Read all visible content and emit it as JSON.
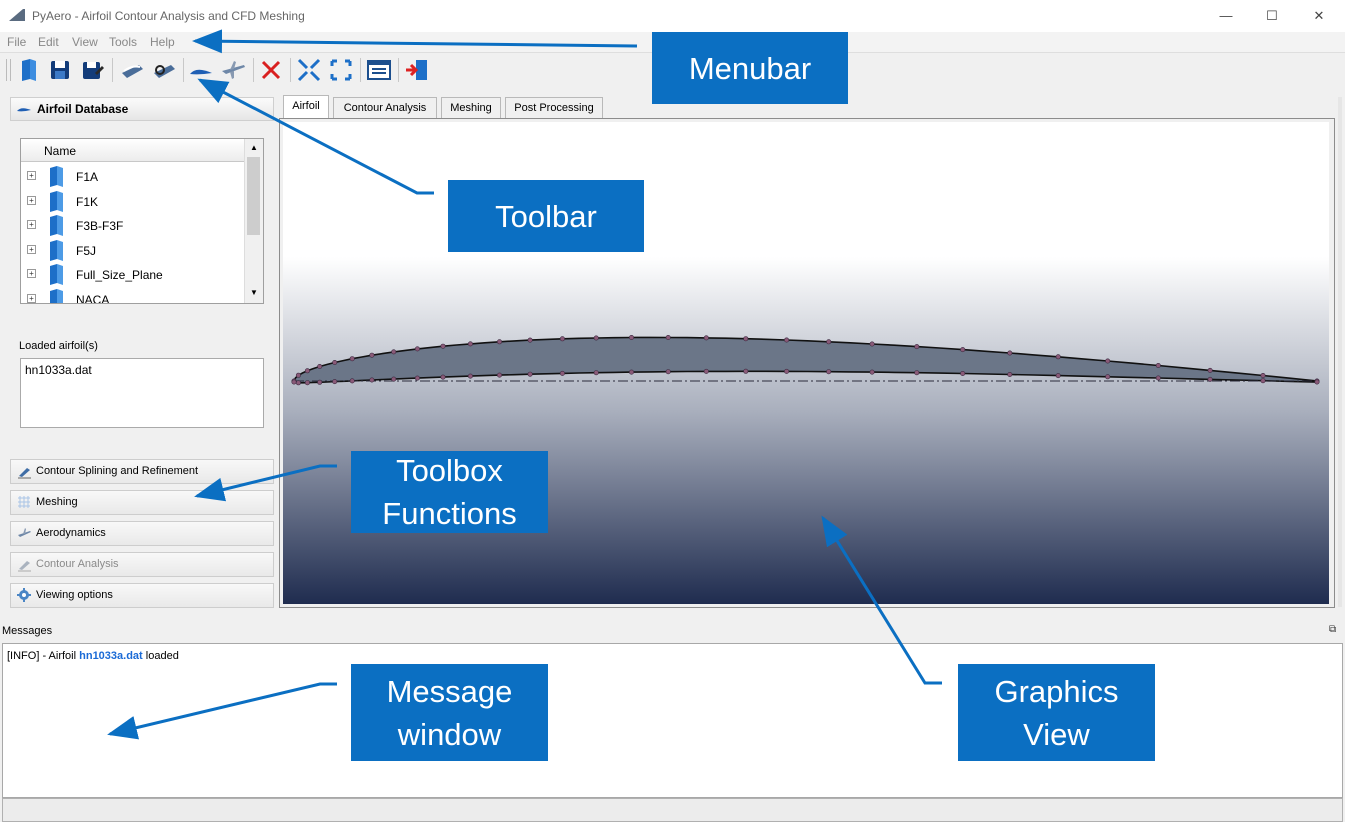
{
  "window": {
    "title": "PyAero - Airfoil Contour Analysis and CFD Meshing",
    "controls": {
      "minimize": "—",
      "maximize": "☐",
      "close": "✕"
    }
  },
  "menubar": {
    "items": [
      "File",
      "Edit",
      "View",
      "Tools",
      "Help"
    ]
  },
  "toolbar": {
    "buttons": [
      {
        "icon": "open-book-icon",
        "group": 1
      },
      {
        "icon": "save-icon",
        "group": 1
      },
      {
        "icon": "save-as-icon",
        "group": 1
      },
      {
        "icon": "airfoil-print-icon",
        "group": 2
      },
      {
        "icon": "airfoil-print-preview-icon",
        "group": 2
      },
      {
        "icon": "airfoil-shape-icon",
        "group": 3
      },
      {
        "icon": "airplane-icon",
        "group": 3
      },
      {
        "icon": "delete-icon",
        "group": 4
      },
      {
        "icon": "collapse-icon",
        "group": 5
      },
      {
        "icon": "expand-icon",
        "group": 5
      },
      {
        "icon": "list-window-icon",
        "group": 6
      },
      {
        "icon": "exit-icon",
        "group": 6
      }
    ]
  },
  "airfoil_database": {
    "header": "Airfoil Database",
    "column": "Name",
    "items": [
      "F1A",
      "F1K",
      "F3B-F3F",
      "F5J",
      "Full_Size_Plane",
      "NACA"
    ]
  },
  "loaded": {
    "label": "Loaded airfoil(s)",
    "items": [
      "hn1033a.dat"
    ]
  },
  "toolbox": [
    {
      "label": "Contour Splining and Refinement",
      "icon": "spline-brush-icon",
      "enabled": true
    },
    {
      "label": "Meshing",
      "icon": "mesh-grid-icon",
      "enabled": true
    },
    {
      "label": "Aerodynamics",
      "icon": "airplane-small-icon",
      "enabled": true
    },
    {
      "label": "Contour Analysis",
      "icon": "analysis-brush-icon",
      "enabled": false
    },
    {
      "label": "Viewing options",
      "icon": "gear-icon",
      "enabled": true
    }
  ],
  "tabs": [
    {
      "label": "Airfoil",
      "active": true
    },
    {
      "label": "Contour Analysis",
      "active": false
    },
    {
      "label": "Meshing",
      "active": false
    },
    {
      "label": "Post Processing",
      "active": false
    }
  ],
  "messages": {
    "title": "Messages",
    "float_icon": "⧉",
    "log": {
      "prefix": "[INFO] - Airfoil ",
      "file": "hn1033a.dat",
      "suffix": " loaded"
    }
  },
  "callouts": {
    "menubar": "Menubar",
    "toolbar": "Toolbar",
    "toolbox": "Toolbox Functions",
    "message": "Message window",
    "graphics": "Graphics View"
  },
  "colors": {
    "callout": "#0b6fc2",
    "viewport_top": "#ffffff",
    "viewport_bottom": "#1f2c4f",
    "airfoil_fill": "#6b7688",
    "airfoil_point": "#8a5a78",
    "link": "#1a6ad6"
  }
}
